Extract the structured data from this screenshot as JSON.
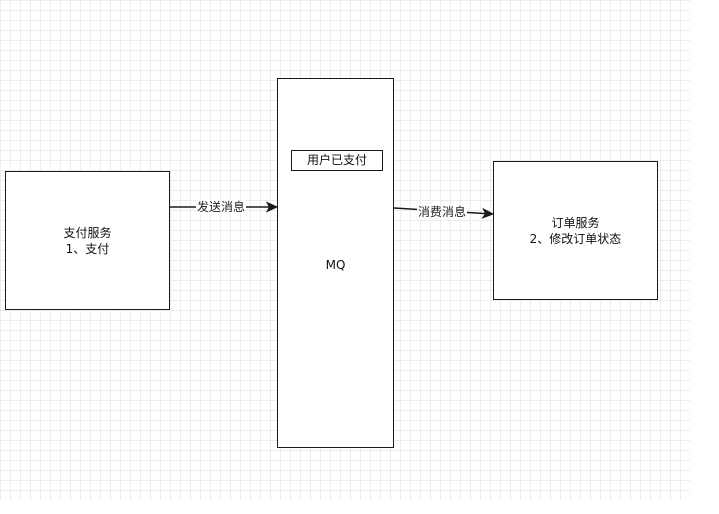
{
  "nodes": {
    "payment_service": {
      "title": "支付服务",
      "step": "1、支付"
    },
    "mq": {
      "title": "MQ",
      "message": "用户已支付"
    },
    "order_service": {
      "title": "订单服务",
      "step": "2、修改订单状态"
    }
  },
  "edges": {
    "send": {
      "label": "发送消息",
      "from": "payment_service",
      "to": "mq"
    },
    "consume": {
      "label": "消费消息",
      "from": "mq",
      "to": "order_service"
    }
  },
  "colors": {
    "stroke": "#1a1a1a",
    "grid": "#ececec",
    "background": "#ffffff"
  }
}
